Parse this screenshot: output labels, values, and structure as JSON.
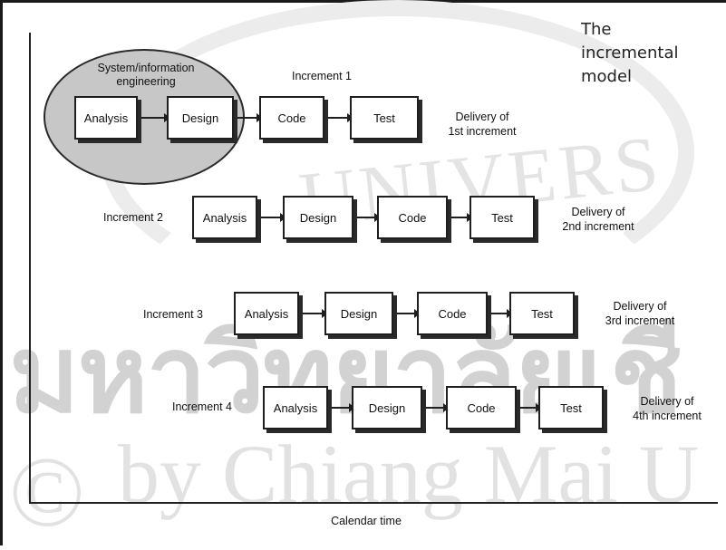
{
  "diagram": {
    "title": "The\nincremental\nmodel",
    "xlabel": "Calendar time",
    "ellipse_label": "System/information\nengineering",
    "increments": [
      {
        "label": "Increment 1",
        "stages": [
          "Analysis",
          "Design",
          "Code",
          "Test"
        ],
        "delivery": "Delivery of\n1st increment"
      },
      {
        "label": "Increment 2",
        "stages": [
          "Analysis",
          "Design",
          "Code",
          "Test"
        ],
        "delivery": "Delivery of\n2nd increment"
      },
      {
        "label": "Increment 3",
        "stages": [
          "Analysis",
          "Design",
          "Code",
          "Test"
        ],
        "delivery": "Delivery of\n3rd increment"
      },
      {
        "label": "Increment 4",
        "stages": [
          "Analysis",
          "Design",
          "Code",
          "Test"
        ],
        "delivery": "Delivery of\n4th increment"
      }
    ]
  },
  "colors": {
    "ellipse_fill": "#c7c7c7",
    "box_fill": "#ffffff",
    "line": "#1f1f1f",
    "watermark": "#dadada"
  }
}
